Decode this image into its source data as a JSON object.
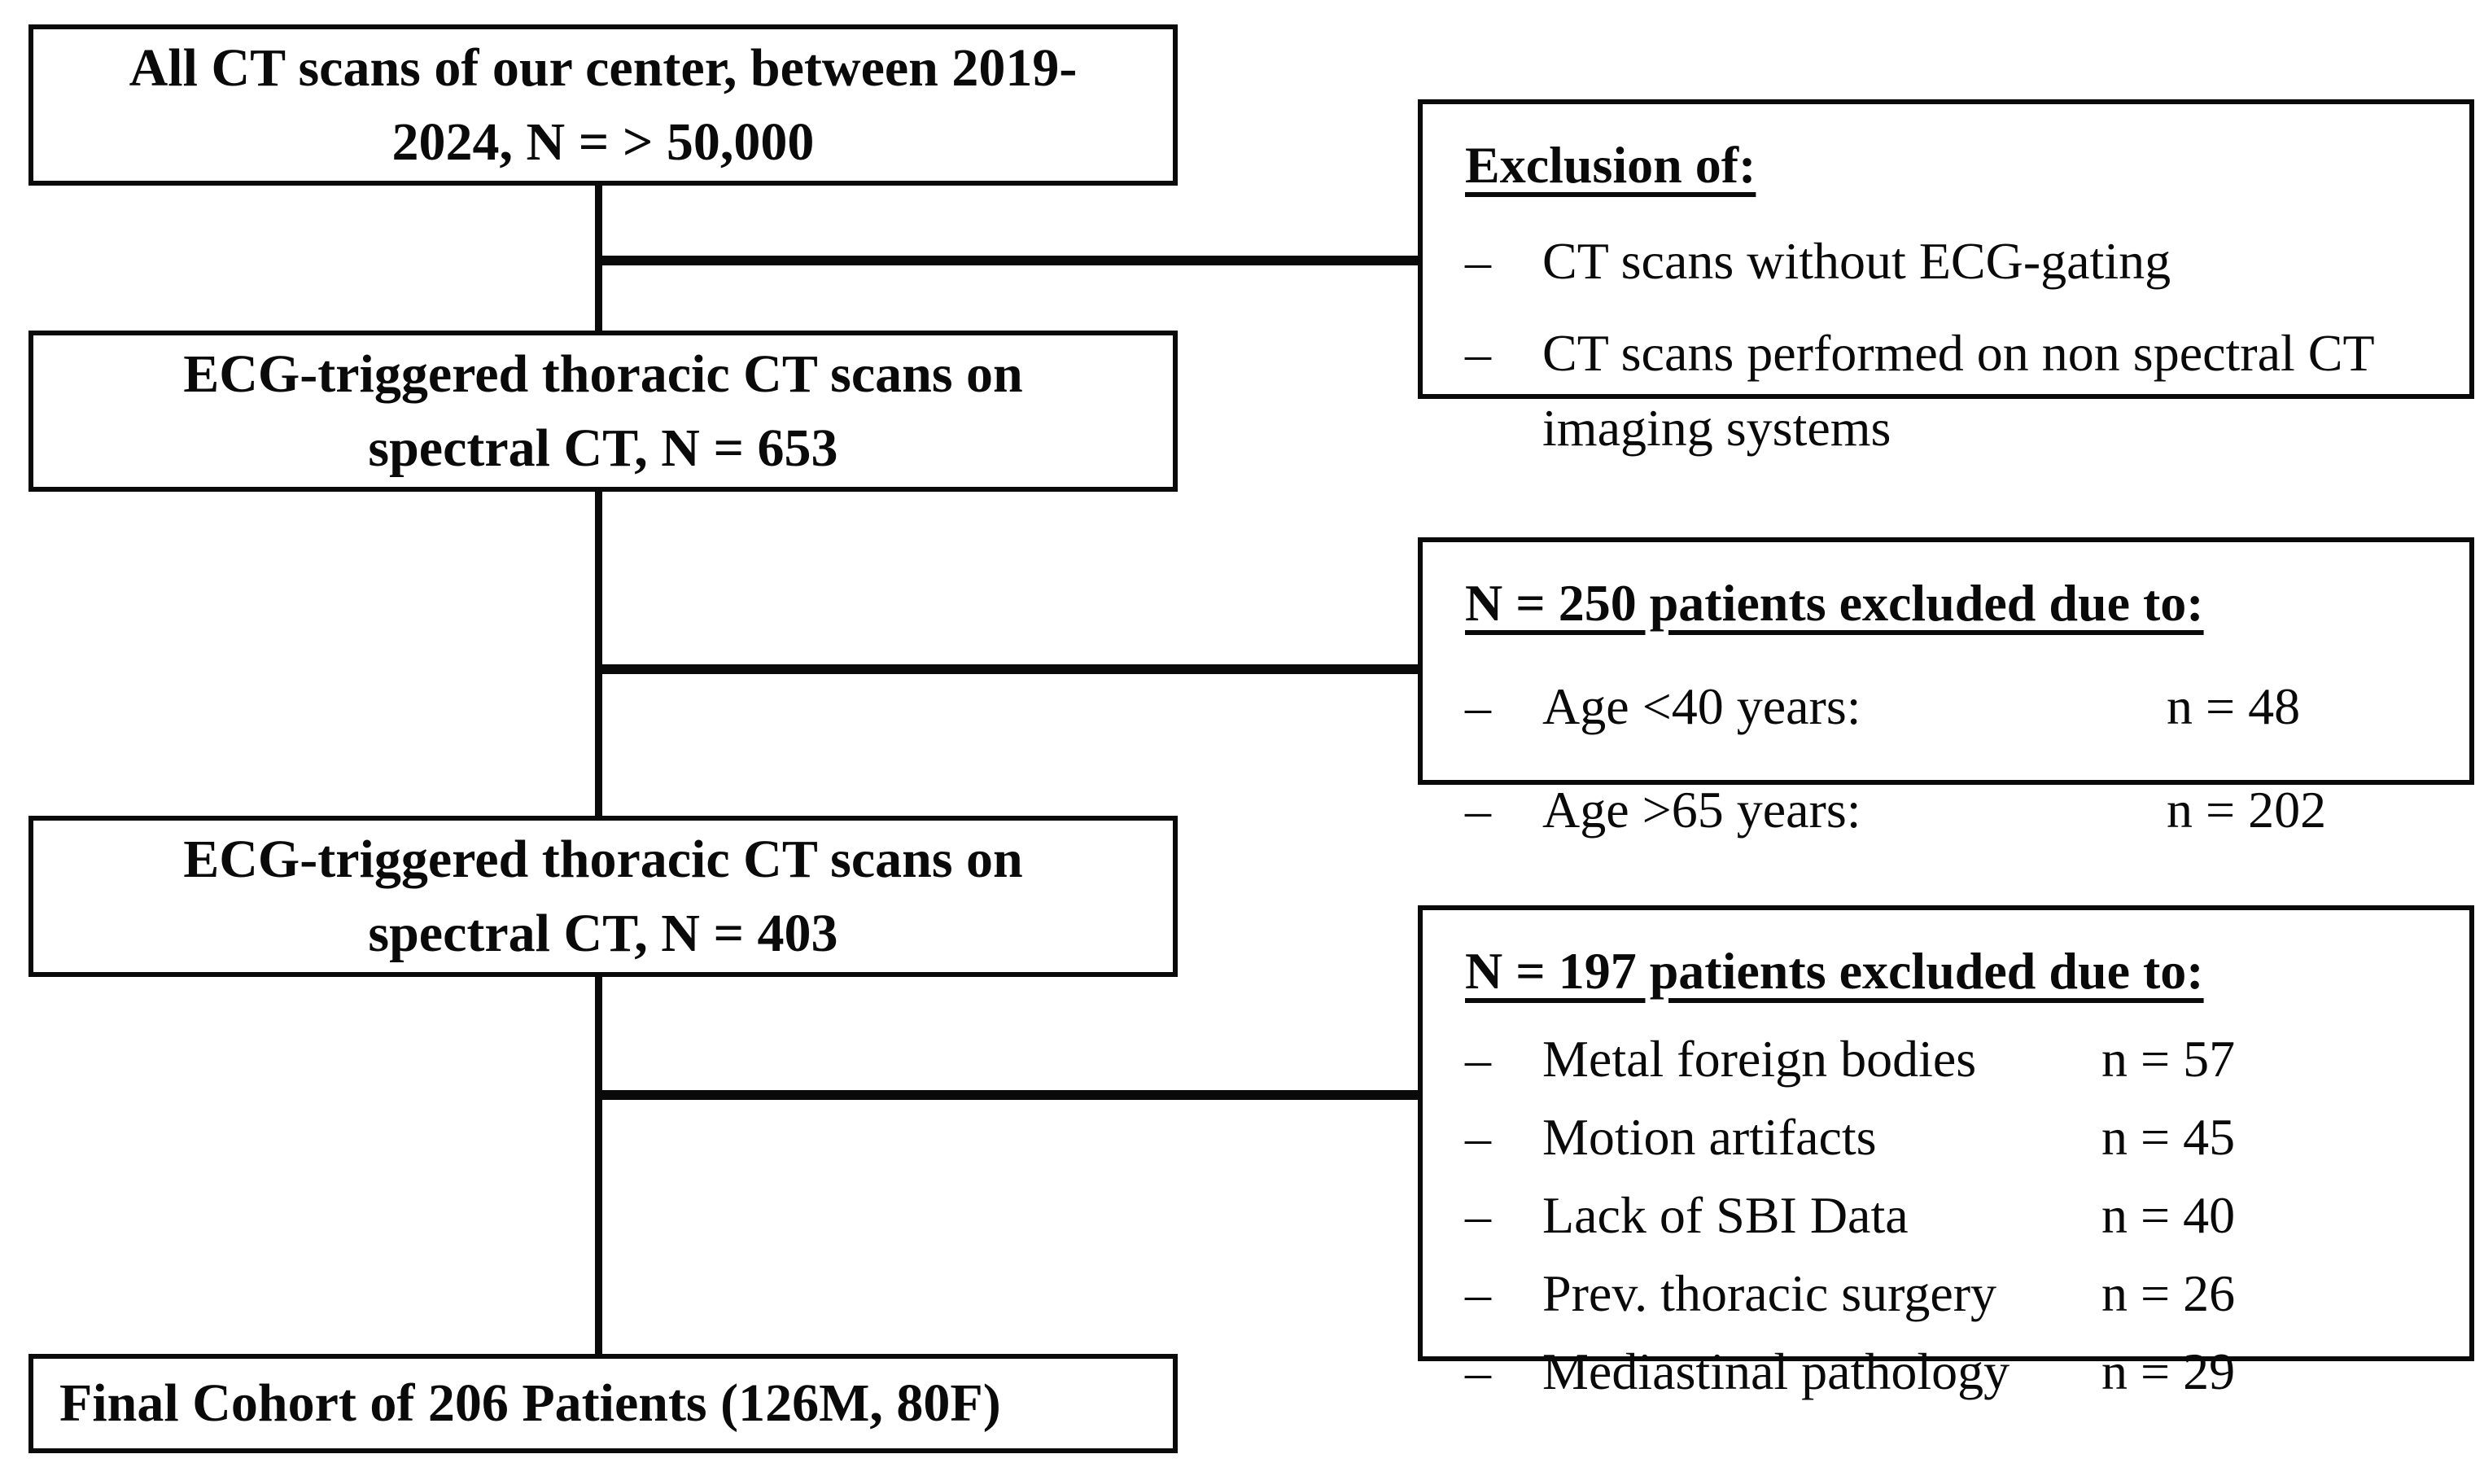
{
  "figure": {
    "background": "#ffffff",
    "line_color": "#0a0a0a",
    "text_color": "#0a0a0a"
  },
  "main_flow": [
    {
      "text": "All CT scans of our center, between 2019-\n2024, N = > 50,000"
    },
    {
      "text": "ECG-triggered thoracic CT scans on\nspectral CT, N = 653"
    },
    {
      "text": "ECG-triggered thoracic CT scans on\nspectral CT, N = 403"
    },
    {
      "text": "Final Cohort of 206 Patients (126M, 80F)"
    }
  ],
  "exclusion_boxes": [
    {
      "heading": "Exclusion of:",
      "items": [
        {
          "bullet": "–",
          "text": "CT scans without ECG-gating",
          "count": ""
        },
        {
          "bullet": "–",
          "text": "CT scans performed on non spectral CT\nimaging systems",
          "count": ""
        }
      ]
    },
    {
      "heading": "N = 250 patients excluded due to:",
      "items": [
        {
          "bullet": "–",
          "text": "Age <40 years:",
          "count": "n = 48"
        },
        {
          "bullet": "–",
          "text": "Age >65 years:",
          "count": "n = 202"
        }
      ]
    },
    {
      "heading": "N = 197 patients excluded due to:",
      "items": [
        {
          "bullet": "–",
          "text": "Metal foreign bodies",
          "count": "n = 57"
        },
        {
          "bullet": "–",
          "text": "Motion artifacts",
          "count": "n = 45"
        },
        {
          "bullet": "–",
          "text": "Lack of SBI Data",
          "count": "n = 40"
        },
        {
          "bullet": "–",
          "text": "Prev. thoracic surgery",
          "count": "n = 26"
        },
        {
          "bullet": "–",
          "text": "Mediastinal pathology",
          "count": "n = 29"
        }
      ]
    }
  ]
}
